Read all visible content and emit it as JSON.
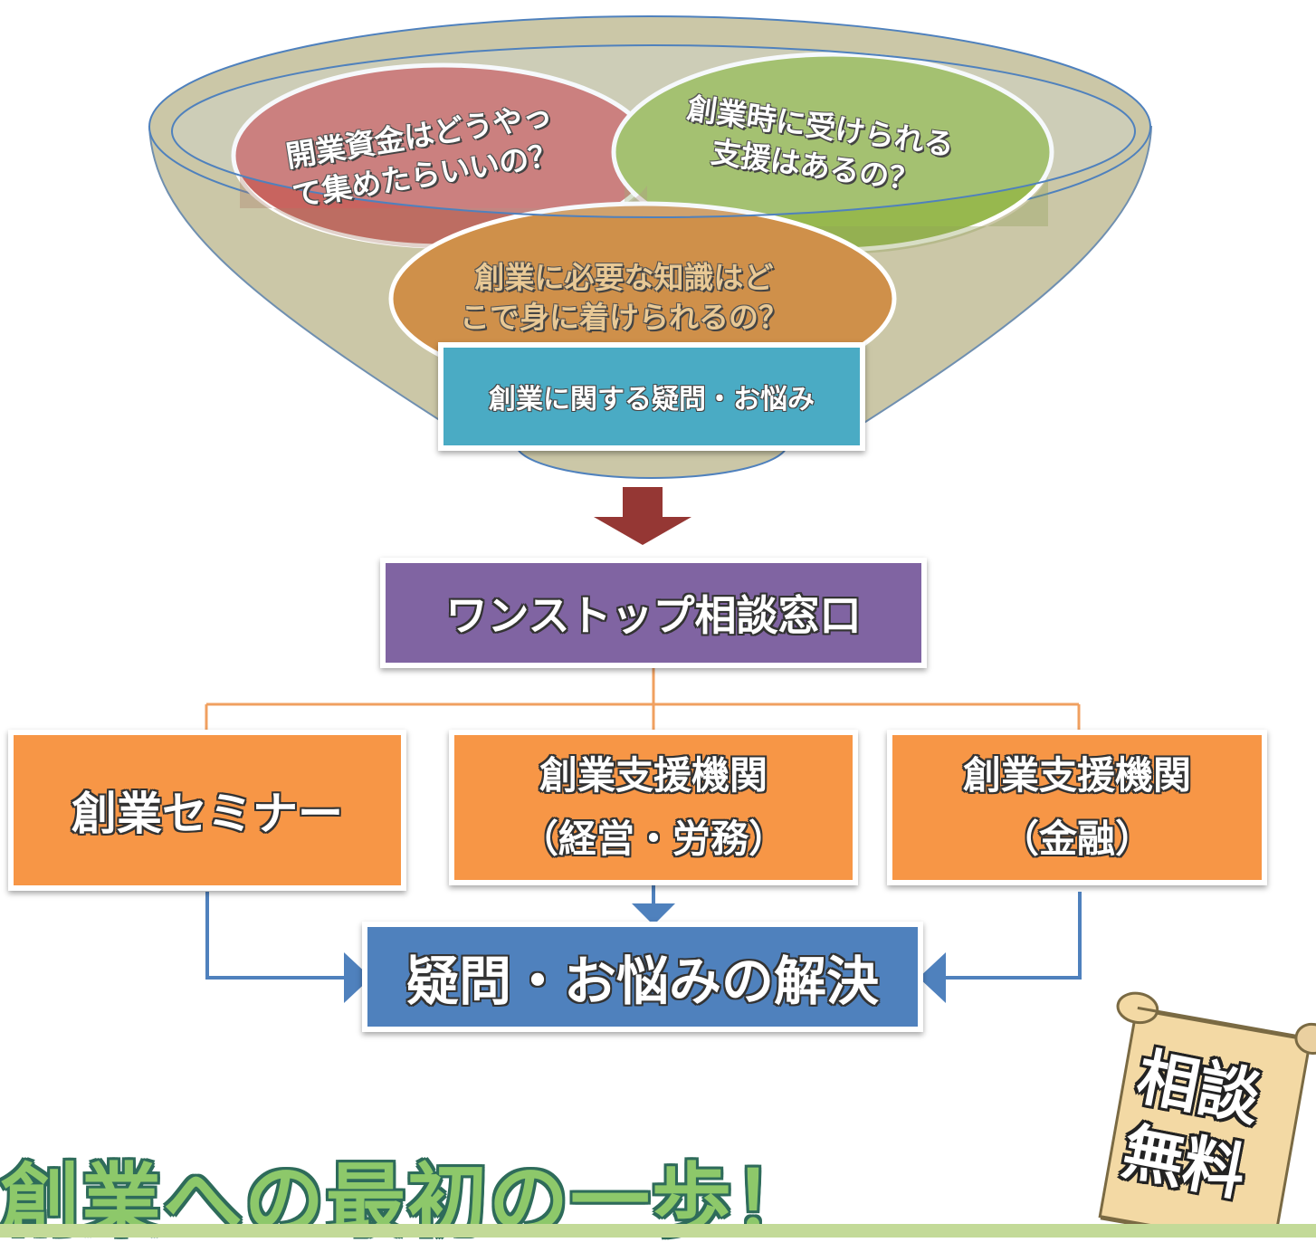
{
  "funnel": {
    "bubble_red": {
      "line1": "開業資金はどうやっ",
      "line2": "て集めたらいいの？",
      "color": "#c8645f"
    },
    "bubble_green": {
      "line1": "創業時に受けられる",
      "line2": "支援はあるの？",
      "color": "#97b84e"
    },
    "bubble_orange": {
      "line1": "創業に必要な知識はど",
      "line2": "こで身に着けられるの？",
      "color": "#cf904a"
    },
    "label": "創業に関する疑問・お悩み",
    "label_color": "#4aabc4",
    "funnel_color": "#cbc7a7"
  },
  "onestop": {
    "label": "ワンストップ相談窓口",
    "color": "#8064a2"
  },
  "branches": [
    {
      "line1": "創業セミナー",
      "line2": ""
    },
    {
      "line1": "創業支援機関",
      "line2": "（経営・労務）"
    },
    {
      "line1": "創業支援機関",
      "line2": "（金融）"
    }
  ],
  "branch_color": "#f79646",
  "resolution": {
    "label": "疑問・お悩みの解決",
    "color": "#4f81bd"
  },
  "scroll": {
    "line1": "相談",
    "line2": "無料",
    "color": "#f3d9a4"
  },
  "tagline": "創業への最初の一歩！"
}
